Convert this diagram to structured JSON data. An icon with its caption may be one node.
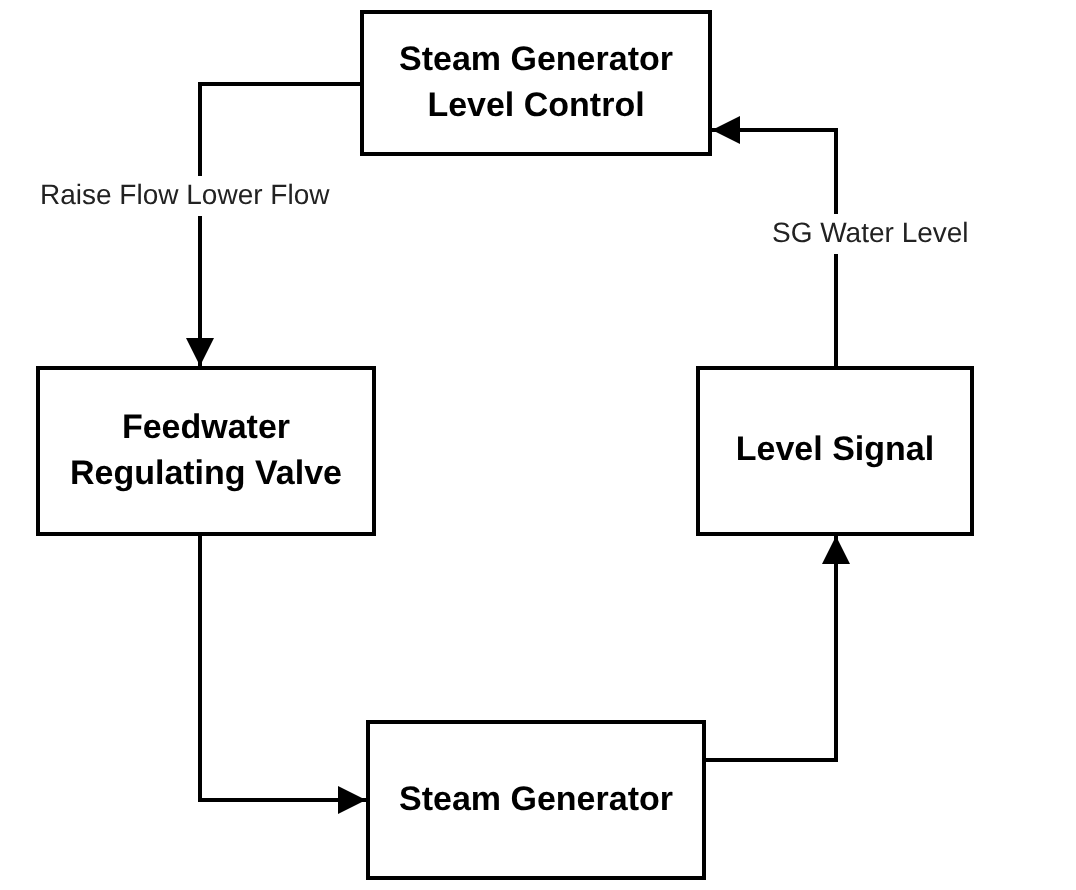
{
  "diagram": {
    "nodes": [
      {
        "text": [
          "Steam Generator Level Control"
        ]
      },
      {
        "text": [
          "Feedwater Regulating Valve"
        ]
      },
      {
        "text": [
          "Level Signal"
        ]
      },
      {
        "text": [
          "Steam Generator"
        ]
      }
    ],
    "edges": [
      {
        "from": 0,
        "to": 1,
        "arrow": "to",
        "label": "Raise Flow Lower Flow"
      },
      {
        "from": 1,
        "to": 3,
        "arrow": "to"
      },
      {
        "from": 3,
        "to": 2,
        "arrow": "to"
      },
      {
        "from": 2,
        "to": 0,
        "arrow": "to",
        "label": "SG Water Level"
      }
    ]
  }
}
